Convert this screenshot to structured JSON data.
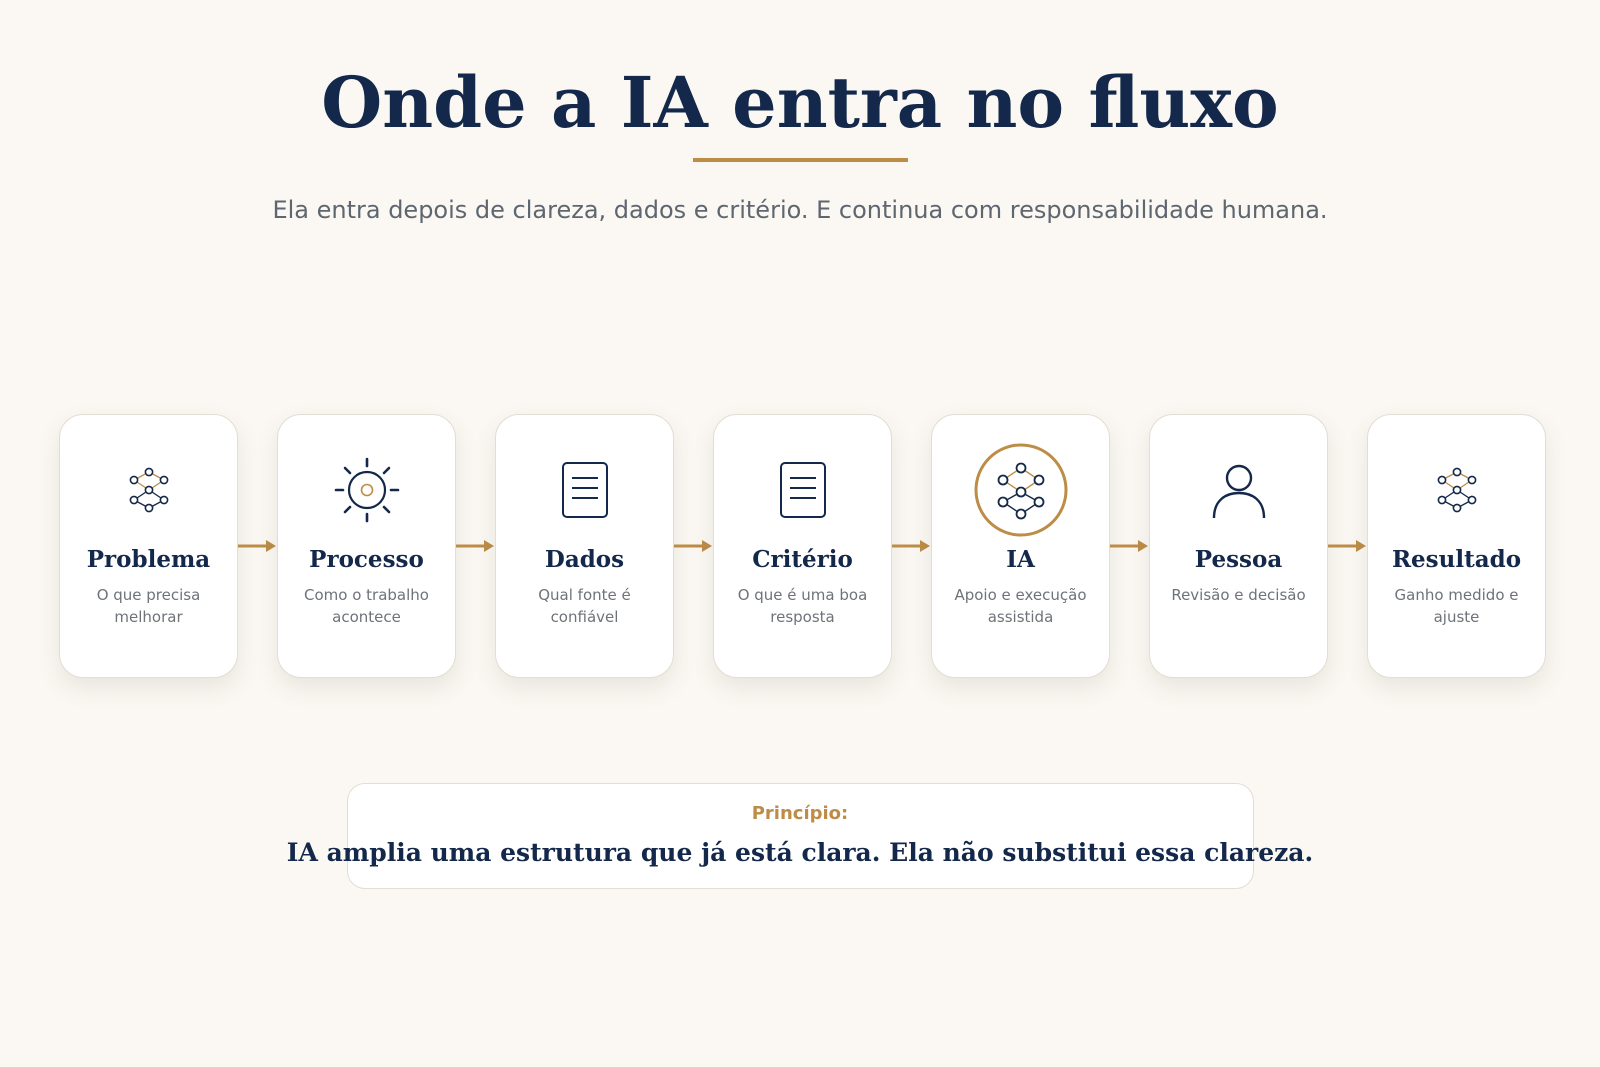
{
  "header": {
    "title": "Onde a IA entra no fluxo",
    "subtitle": "Ela entra depois de clareza, dados e critério. E continua com responsabilidade humana."
  },
  "steps": [
    {
      "title": "Problema",
      "description": "O que precisa melhorar",
      "icon": "network-icon"
    },
    {
      "title": "Processo",
      "description": "Como o trabalho acontece",
      "icon": "sun-gear-icon"
    },
    {
      "title": "Dados",
      "description": "Qual fonte é confiável",
      "icon": "document-icon"
    },
    {
      "title": "Critério",
      "description": "O que é uma boa resposta",
      "icon": "document-icon"
    },
    {
      "title": "IA",
      "description": "Apoio e execução assistida",
      "icon": "neural-network-icon",
      "highlighted": true
    },
    {
      "title": "Pessoa",
      "description": "Revisão e decisão",
      "icon": "person-icon"
    },
    {
      "title": "Resultado",
      "description": "Ganho medido e ajuste",
      "icon": "network-icon"
    }
  ],
  "principle": {
    "label": "Princípio:",
    "text": "IA amplia uma estrutura que já está clara. Ela não substitui essa clareza."
  },
  "colors": {
    "navy": "#13284a",
    "gold": "#bd8d48",
    "background": "#fbf8f3",
    "muted_text": "#6e737a"
  }
}
